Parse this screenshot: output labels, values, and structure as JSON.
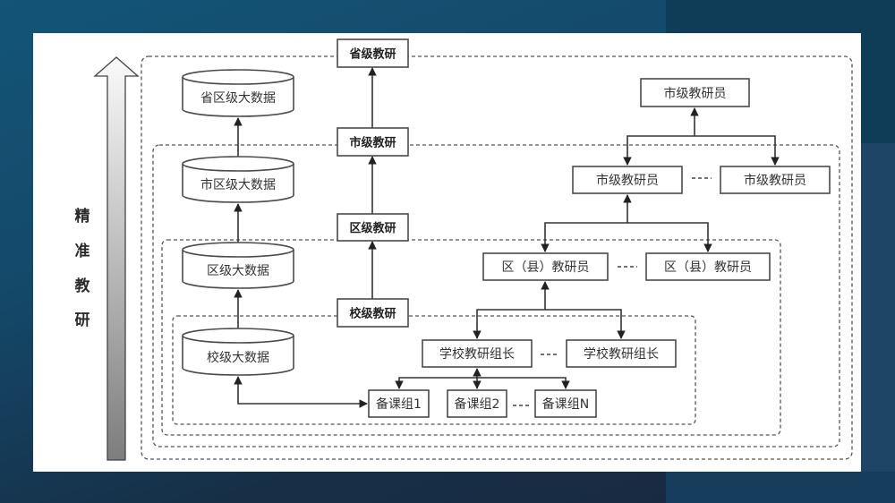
{
  "diagram": {
    "side_label": [
      "精",
      "准",
      "教",
      "研"
    ],
    "levels": {
      "province": "省级教研",
      "city": "市级教研",
      "district": "区级教研",
      "school": "校级教研"
    },
    "data_stores": {
      "province": "省区级大数据",
      "city": "市区级大数据",
      "district": "区级大数据",
      "school": "校级大数据"
    },
    "roles": {
      "city_top": "市级教研员",
      "city_left": "市级教研员",
      "city_right": "市级教研员",
      "district_left": "区（县）教研员",
      "district_right": "区（县）教研员",
      "school_left": "学校教研组长",
      "school_right": "学校教研组长",
      "group_1": "备课组1",
      "group_2": "备课组2",
      "group_n": "备课组N"
    },
    "colors": {
      "background_start": "#135577",
      "background_end": "#1a2840",
      "panel": "#ffffff",
      "stroke": "#4a4a4a"
    }
  }
}
